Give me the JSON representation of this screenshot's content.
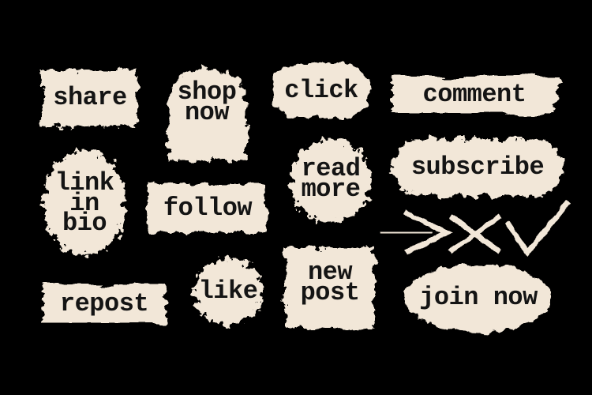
{
  "theme": {
    "background": "#000000",
    "paper_color": "#f2e7d8",
    "text_color": "#141414",
    "icon_color": "#f2e7d8"
  },
  "stickers": [
    {
      "id": "share",
      "shape": "torn-rectangle",
      "lines": [
        "share"
      ]
    },
    {
      "id": "shop-now",
      "shape": "torn-arch",
      "lines": [
        "shop",
        "now"
      ]
    },
    {
      "id": "click",
      "shape": "torn-pill",
      "lines": [
        "click"
      ]
    },
    {
      "id": "comment",
      "shape": "brush-stroke",
      "lines": [
        "comment"
      ]
    },
    {
      "id": "link-in-bio",
      "shape": "torn-blob",
      "lines": [
        "link",
        "in",
        "bio"
      ]
    },
    {
      "id": "follow",
      "shape": "torn-rectangle",
      "lines": [
        "follow"
      ]
    },
    {
      "id": "read-more",
      "shape": "torn-blob",
      "lines": [
        "read",
        "more"
      ]
    },
    {
      "id": "subscribe",
      "shape": "torn-pill",
      "lines": [
        "subscribe"
      ]
    },
    {
      "id": "repost",
      "shape": "torn-rectangle",
      "lines": [
        "repost"
      ]
    },
    {
      "id": "like",
      "shape": "torn-circle",
      "lines": [
        "like"
      ]
    },
    {
      "id": "new-post",
      "shape": "torn-square",
      "lines": [
        "new",
        "post"
      ]
    },
    {
      "id": "join-now",
      "shape": "torn-ellipse",
      "lines": [
        "join now"
      ]
    }
  ],
  "icons": [
    {
      "name": "arrow-right-icon",
      "glyph": "hand-drawn right arrow"
    },
    {
      "name": "cross-icon",
      "glyph": "hand-drawn X mark"
    },
    {
      "name": "checkmark-icon",
      "glyph": "hand-drawn check mark"
    }
  ]
}
